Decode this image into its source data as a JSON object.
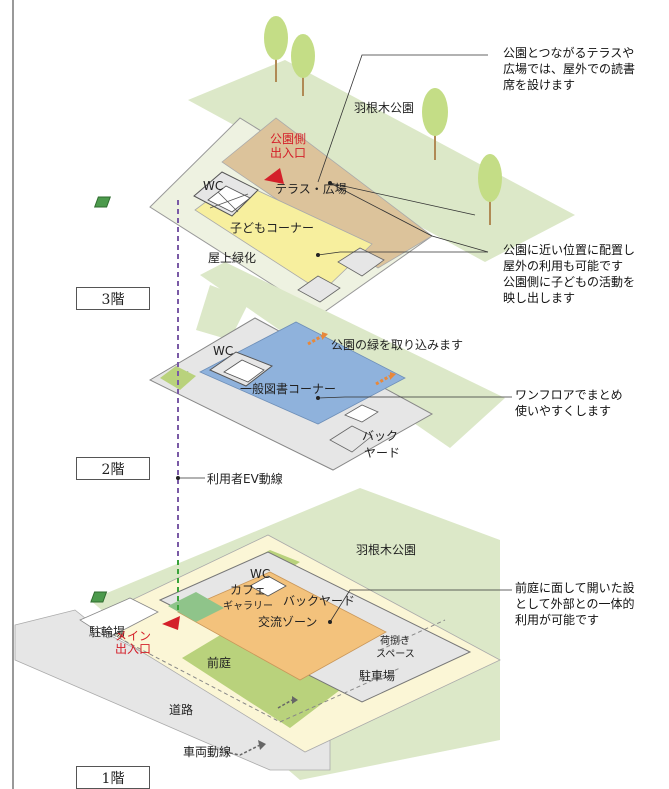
{
  "floors": {
    "f3": "3階",
    "f2": "2階",
    "f1": "1階"
  },
  "labels": {
    "hanegi_park_top": "羽根木公園",
    "park_entrance_line1": "公園側",
    "park_entrance_line2": "出入口",
    "wc3": "WC",
    "terrace": "テラス・広場",
    "kids_corner": "子どもコーナー",
    "roof_green": "屋上緑化",
    "park_green": "公園の緑を取り込みます",
    "wc2": "WC",
    "general_books": "一般図書コーナー",
    "backyard2_line1": "バック",
    "backyard2_line2": "ヤード",
    "ev_route": "利用者EV動線",
    "hanegi_park_bottom": "羽根木公園",
    "wc1": "WC",
    "cafe_line1": "カフェ",
    "cafe_line2": "ギャラリー",
    "backyard1": "バックヤード",
    "bicycle": "駐輪場",
    "main_entrance_line1": "メイン",
    "main_entrance_line2": "出入口",
    "exchange_zone": "交流ゾーン",
    "unloading_line1": "荷捌き",
    "unloading_line2": "スペース",
    "front_garden": "前庭",
    "road": "道路",
    "parking": "駐車場",
    "vehicle_route": "車両動線"
  },
  "notes": {
    "terrace_note": "公園とつながるテラスや\n広場では、屋外での読書\n席を設けます",
    "kids_note": "公園に近い位置に配置し\n屋外の利用も可能です\n公園側に子どもの活動を\n映し出します",
    "oneflor_note": "ワンフロアでまとめ\n使いやすくします",
    "garden_note": "前庭に面して開いた設\nとして外部との一体的\n利用が可能です"
  },
  "colors": {
    "park_green": "#dce8c8",
    "lawn": "#b9d27c",
    "yellow_zone": "#f7ef9e",
    "blue_zone": "#8fb2dc",
    "orange_zone": "#f3c27c",
    "terrace_tan": "#dcc39b",
    "gray_floor": "#e6e6e6",
    "accent_red": "#d4202a",
    "ev_purple": "#7a5aa6",
    "ev_green": "#3aa23a",
    "tree": "#c4dd86"
  }
}
